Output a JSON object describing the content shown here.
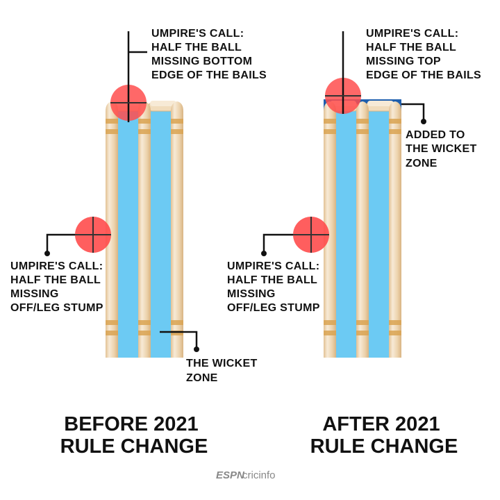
{
  "before": {
    "top_callout": [
      "UMPIRE'S CALL:",
      "HALF THE BALL",
      "MISSING BOTTOM",
      "EDGE OF THE BAILS"
    ],
    "side_callout": [
      "UMPIRE'S CALL:",
      "HALF THE BALL",
      "MISSING",
      "OFF/LEG STUMP"
    ],
    "zone_callout": [
      "THE WICKET",
      "ZONE"
    ],
    "title": [
      "BEFORE 2021",
      "RULE CHANGE"
    ]
  },
  "after": {
    "top_callout": [
      "UMPIRE'S CALL:",
      "HALF THE BALL",
      "MISSING TOP",
      "EDGE OF THE BAILS"
    ],
    "added_callout": [
      "ADDED TO",
      "THE WICKET",
      "ZONE"
    ],
    "side_callout": [
      "UMPIRE'S CALL:",
      "HALF THE BALL",
      "MISSING",
      "OFF/LEG STUMP"
    ],
    "title": [
      "AFTER 2021",
      "RULE CHANGE"
    ]
  },
  "logo": {
    "espn": "ESPN",
    "cricinfo": "cricinfo"
  },
  "colors": {
    "zone": "#6ccaf3",
    "added_zone": "#1f5fae",
    "ball": "#ff4d4d",
    "stump": "#ecd2ab",
    "band": "#d9a352"
  }
}
